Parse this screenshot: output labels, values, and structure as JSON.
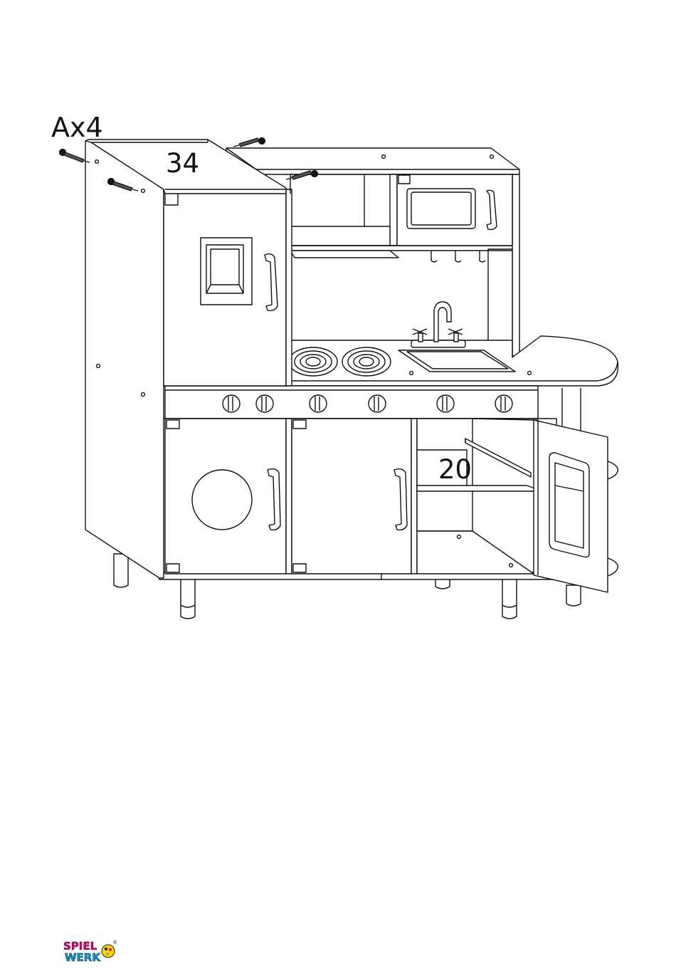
{
  "labels": {
    "screw_qty": "Ax4",
    "part_top_panel": "34",
    "part_oven_shelf": "20"
  },
  "logo": {
    "line1": "SPIEL",
    "line2": "WERK",
    "mark": "®",
    "colors": [
      "#e6007e",
      "#f39200",
      "#009fe3",
      "#95c11f",
      "#ffd500"
    ]
  },
  "colors": {
    "line": "#111111",
    "background": "#ffffff"
  },
  "icons": [
    "screw-icon",
    "burner-icon",
    "faucet-icon",
    "knob-icon",
    "door-handle-icon"
  ]
}
